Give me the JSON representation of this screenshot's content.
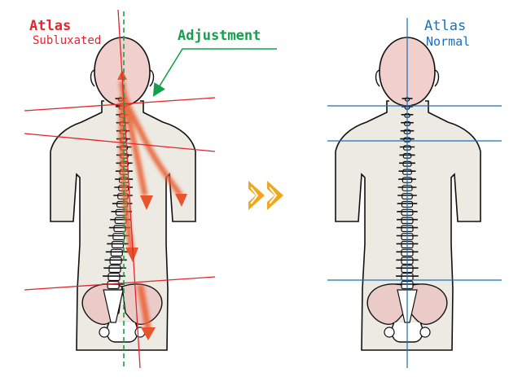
{
  "labels": {
    "left_line1": "Atlas",
    "left_line2": "Subluxated",
    "adjustment": "Adjustment",
    "right_line1": "Atlas",
    "right_line2": "Normal"
  },
  "colors": {
    "red": "#e3262b",
    "green": "#14a04a",
    "blue": "#1c6fb8",
    "skin": "#eceae3",
    "head": "#f0cfcc",
    "pelvis": "#ebcbc8",
    "arrow_orange": "#f3a51c",
    "flow": "#ea6437"
  },
  "icons": {
    "forward": "double-chevron-right-icon"
  }
}
